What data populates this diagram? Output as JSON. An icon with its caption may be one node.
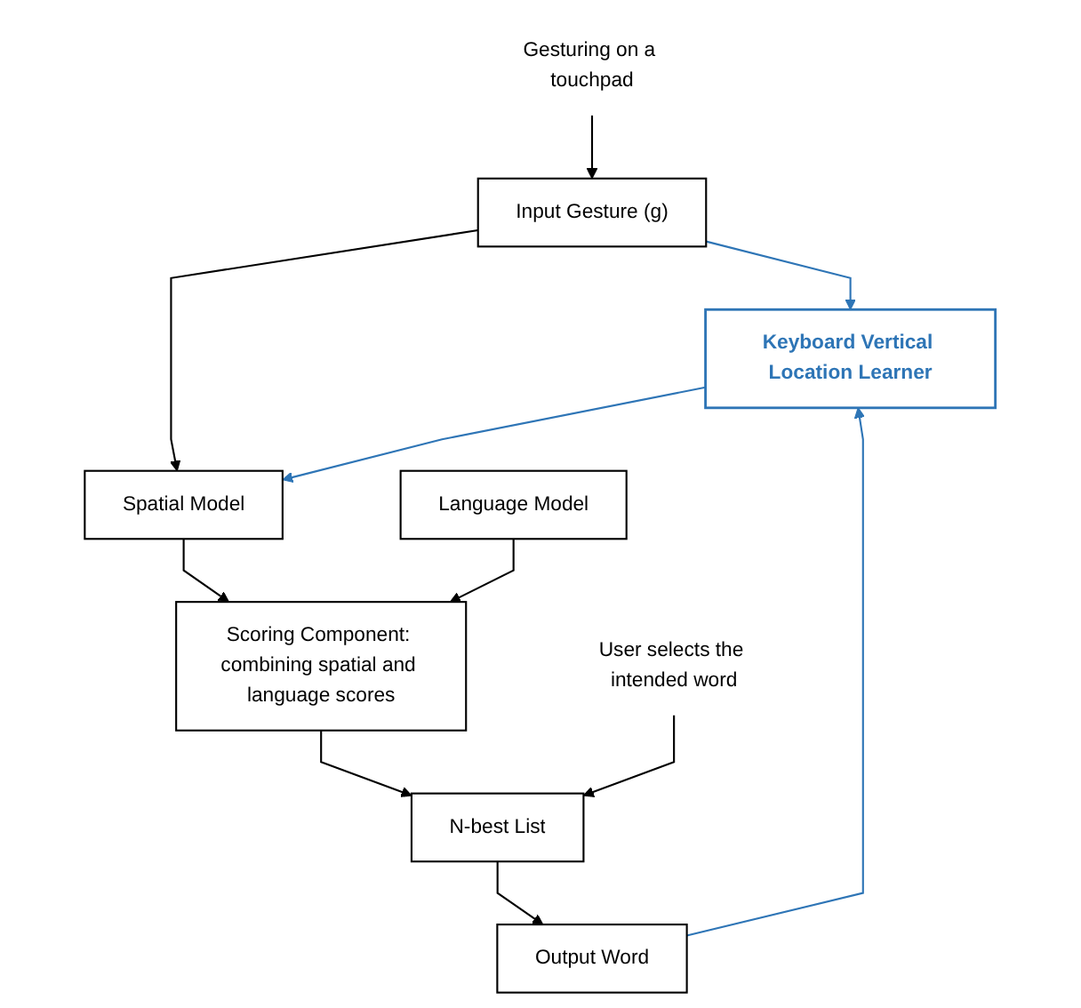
{
  "diagram": {
    "nodes": [
      {
        "text": [
          "Gesturing on a touchpad"
        ]
      },
      {
        "text": [
          "Input Gesture (g)"
        ]
      },
      {
        "text": [
          "Keyboard Vertical Location Learner"
        ]
      },
      {
        "text": [
          "Spatial Model"
        ]
      },
      {
        "text": [
          "Language Model"
        ]
      },
      {
        "text": [
          "Scoring Component: combining spatial and language scores"
        ]
      },
      {
        "text": [
          "N-best List"
        ]
      },
      {
        "text": [
          "User selects the intended word"
        ]
      },
      {
        "text": [
          "Output Word"
        ]
      }
    ],
    "edges": [
      {
        "from": 0,
        "to": 1,
        "arrow": "to"
      },
      {
        "from": 1,
        "to": 2,
        "arrow": "to",
        "color": "#2e75b6"
      },
      {
        "from": 1,
        "to": 3,
        "arrow": "to"
      },
      {
        "from": 2,
        "to": 3,
        "arrow": "to",
        "color": "#2e75b6"
      },
      {
        "from": 3,
        "to": 5,
        "arrow": "to"
      },
      {
        "from": 4,
        "to": 5,
        "arrow": "to"
      },
      {
        "from": 5,
        "to": 6,
        "arrow": "to"
      },
      {
        "from": 7,
        "to": 6,
        "arrow": "to"
      },
      {
        "from": 6,
        "to": 8,
        "arrow": "to"
      },
      {
        "from": 8,
        "to": 2,
        "arrow": "to",
        "color": "#2e75b6"
      }
    ]
  }
}
